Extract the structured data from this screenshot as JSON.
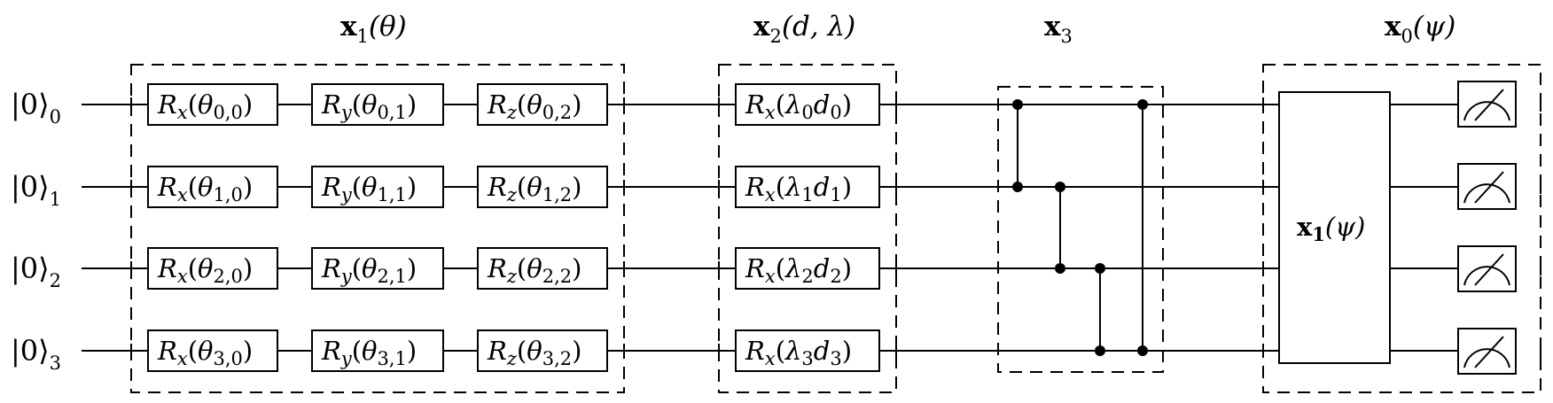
{
  "diagram": {
    "qubits": [
      {
        "label": "|0⟩",
        "index": "0"
      },
      {
        "label": "|0⟩",
        "index": "1"
      },
      {
        "label": "|0⟩",
        "index": "2"
      },
      {
        "label": "|0⟩",
        "index": "3"
      }
    ],
    "blocks": [
      {
        "id": "x1",
        "title": {
          "symbol": "x",
          "sub": "1",
          "args": "(θ)"
        },
        "rows": [
          [
            {
              "op": "R",
              "axis": "x",
              "arg": "θ",
              "sub": "0,0"
            },
            {
              "op": "R",
              "axis": "y",
              "arg": "θ",
              "sub": "0,1"
            },
            {
              "op": "R",
              "axis": "z",
              "arg": "θ",
              "sub": "0,2"
            }
          ],
          [
            {
              "op": "R",
              "axis": "x",
              "arg": "θ",
              "sub": "1,0"
            },
            {
              "op": "R",
              "axis": "y",
              "arg": "θ",
              "sub": "1,1"
            },
            {
              "op": "R",
              "axis": "z",
              "arg": "θ",
              "sub": "1,2"
            }
          ],
          [
            {
              "op": "R",
              "axis": "x",
              "arg": "θ",
              "sub": "2,0"
            },
            {
              "op": "R",
              "axis": "y",
              "arg": "θ",
              "sub": "2,1"
            },
            {
              "op": "R",
              "axis": "z",
              "arg": "θ",
              "sub": "2,2"
            }
          ],
          [
            {
              "op": "R",
              "axis": "x",
              "arg": "θ",
              "sub": "3,0"
            },
            {
              "op": "R",
              "axis": "y",
              "arg": "θ",
              "sub": "3,1"
            },
            {
              "op": "R",
              "axis": "z",
              "arg": "θ",
              "sub": "3,2"
            }
          ]
        ]
      },
      {
        "id": "x2",
        "title": {
          "symbol": "x",
          "sub": "2",
          "args": "(d, λ)"
        },
        "rows": [
          {
            "op": "R",
            "axis": "x",
            "lambda": "λ",
            "d": "d",
            "index": "0"
          },
          {
            "op": "R",
            "axis": "x",
            "lambda": "λ",
            "d": "d",
            "index": "1"
          },
          {
            "op": "R",
            "axis": "x",
            "lambda": "λ",
            "d": "d",
            "index": "2"
          },
          {
            "op": "R",
            "axis": "x",
            "lambda": "λ",
            "d": "d",
            "index": "3"
          }
        ]
      },
      {
        "id": "x3",
        "title": {
          "symbol": "x",
          "sub": "3",
          "args": ""
        },
        "controlled_pairs": [
          [
            0,
            1
          ],
          [
            1,
            2
          ],
          [
            2,
            3
          ],
          [
            0,
            3
          ]
        ]
      },
      {
        "id": "x0",
        "title": {
          "symbol": "x",
          "sub": "0",
          "args": "(ψ)"
        },
        "inner_gate": {
          "symbol": "x",
          "sub": "1",
          "args": "(ψ)"
        },
        "measurements": 4
      }
    ]
  }
}
